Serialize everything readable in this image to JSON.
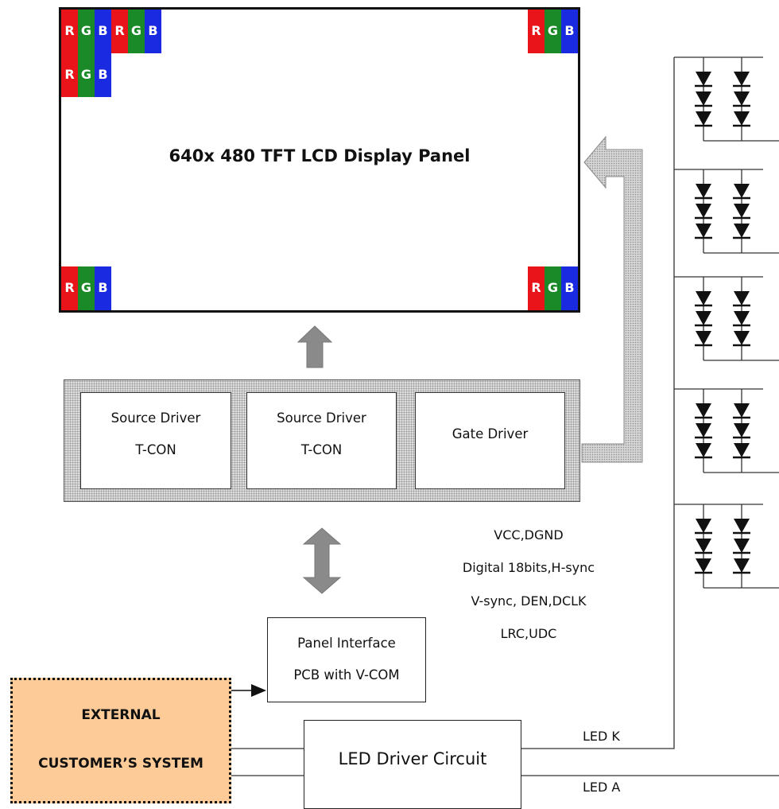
{
  "panel": {
    "title": "640x 480 TFT LCD Display Panel",
    "pixel_letters": [
      "R",
      "G",
      "B"
    ],
    "pixel_colors": {
      "r": "#e8141a",
      "g": "#1a8a28",
      "b": "#1a2ae0"
    }
  },
  "drivers": [
    {
      "line1": "Source Driver",
      "line2": "T-CON"
    },
    {
      "line1": "Source Driver",
      "line2": "T-CON"
    },
    {
      "line1": "Gate Driver"
    }
  ],
  "signals": [
    "VCC,DGND",
    "Digital 18bits,H-sync",
    "V-sync, DEN,DCLK",
    "LRC,UDC"
  ],
  "panel_interface": {
    "line1": "Panel Interface",
    "line2": "PCB with V-COM"
  },
  "external_system": {
    "line1": "EXTERNAL",
    "line2": "CUSTOMER’S SYSTEM",
    "fill": "#fccb98"
  },
  "led_driver": {
    "label": "LED Driver Circuit"
  },
  "led_labels": {
    "cathode": "LED K",
    "anode": "LED A"
  }
}
